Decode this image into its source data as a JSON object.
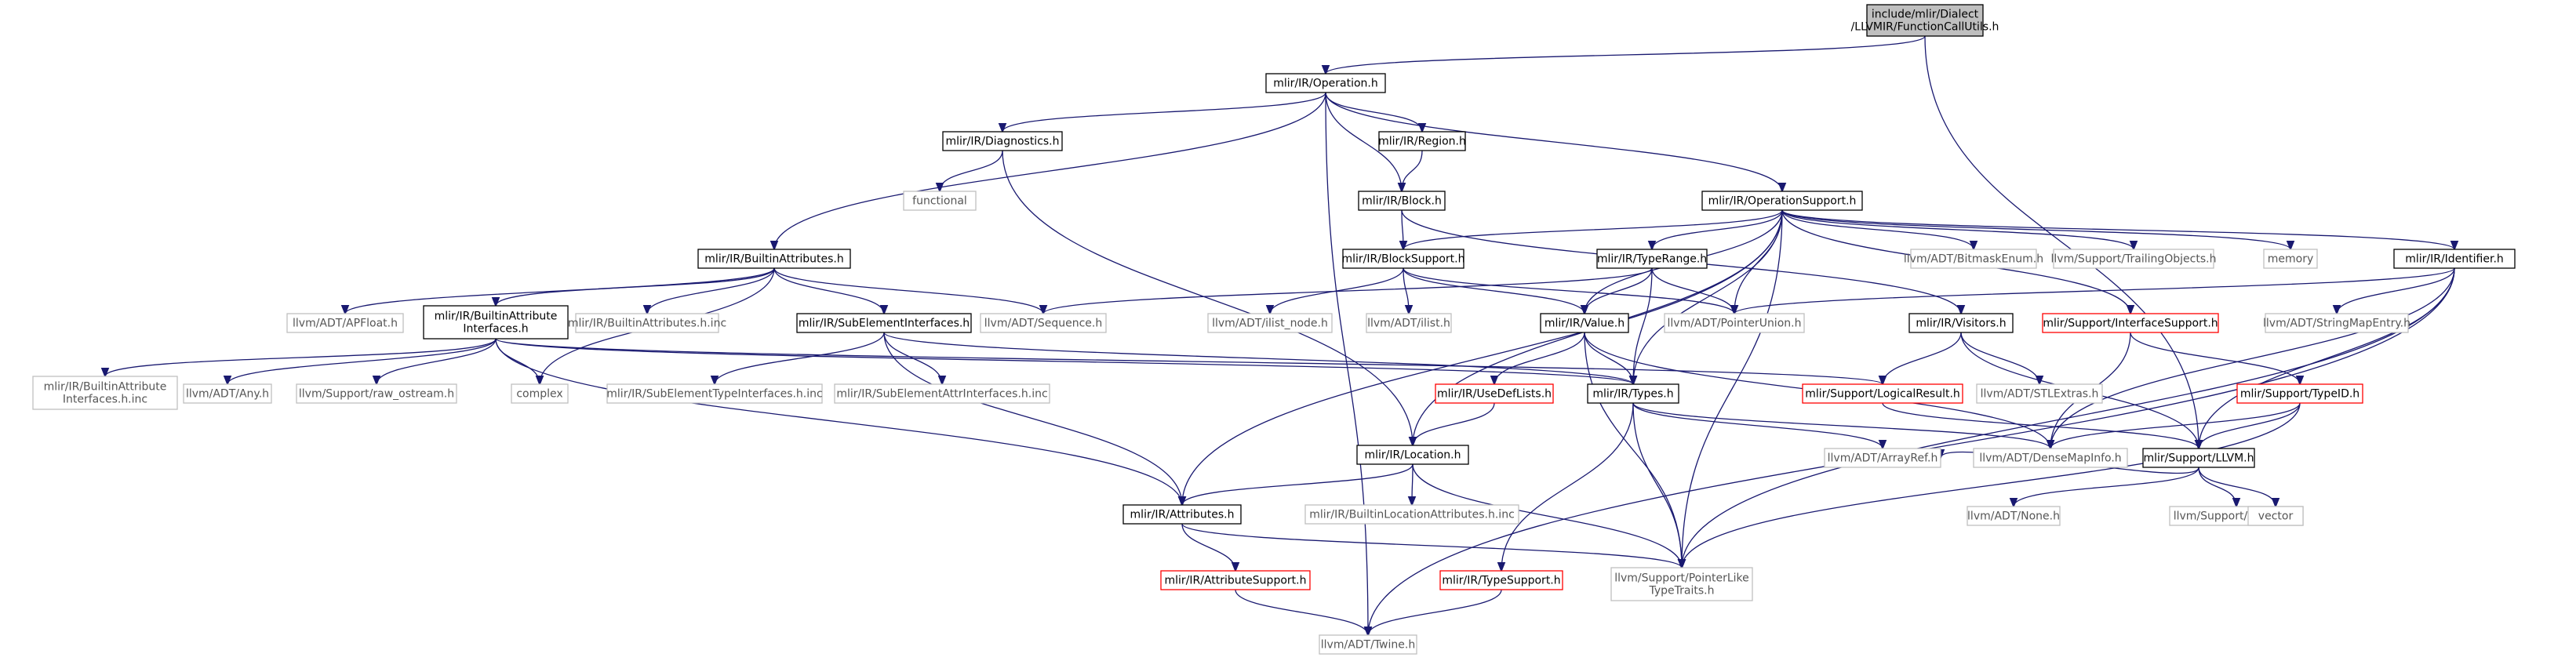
{
  "graph": {
    "root": "root",
    "colors": {
      "edge": "#191970",
      "root_fill": "#bfbfbf",
      "documented_stroke": "#000000",
      "external_stroke": "#bfbfbf",
      "incomplete_stroke": "#ff0000",
      "documented_text": "#000000",
      "external_text": "#555555"
    },
    "nodes": [
      {
        "id": "root",
        "lines": [
          "include/mlir/Dialect",
          "/LLVMIR/FunctionCallUtils.h"
        ],
        "kind": "root"
      },
      {
        "id": "operation",
        "lines": [
          "mlir/IR/Operation.h"
        ],
        "kind": "documented"
      },
      {
        "id": "diagnostics",
        "lines": [
          "mlir/IR/Diagnostics.h"
        ],
        "kind": "documented"
      },
      {
        "id": "region",
        "lines": [
          "mlir/IR/Region.h"
        ],
        "kind": "documented"
      },
      {
        "id": "functional",
        "lines": [
          "functional"
        ],
        "kind": "external"
      },
      {
        "id": "block",
        "lines": [
          "mlir/IR/Block.h"
        ],
        "kind": "documented"
      },
      {
        "id": "opsupport",
        "lines": [
          "mlir/IR/OperationSupport.h"
        ],
        "kind": "documented"
      },
      {
        "id": "builtinattrs",
        "lines": [
          "mlir/IR/BuiltinAttributes.h"
        ],
        "kind": "documented"
      },
      {
        "id": "blocksupport",
        "lines": [
          "mlir/IR/BlockSupport.h"
        ],
        "kind": "documented"
      },
      {
        "id": "typerange",
        "lines": [
          "mlir/IR/TypeRange.h"
        ],
        "kind": "documented"
      },
      {
        "id": "bitmask",
        "lines": [
          "llvm/ADT/BitmaskEnum.h"
        ],
        "kind": "external"
      },
      {
        "id": "trailing",
        "lines": [
          "llvm/Support/TrailingObjects.h"
        ],
        "kind": "external"
      },
      {
        "id": "memory",
        "lines": [
          "memory"
        ],
        "kind": "external"
      },
      {
        "id": "identifier",
        "lines": [
          "mlir/IR/Identifier.h"
        ],
        "kind": "documented"
      },
      {
        "id": "apfloat",
        "lines": [
          "llvm/ADT/APFloat.h"
        ],
        "kind": "external"
      },
      {
        "id": "builtinattrif",
        "lines": [
          "mlir/IR/BuiltinAttribute",
          "Interfaces.h"
        ],
        "kind": "documented"
      },
      {
        "id": "builtinattrsinc",
        "lines": [
          "mlir/IR/BuiltinAttributes.h.inc"
        ],
        "kind": "external"
      },
      {
        "id": "subelemif",
        "lines": [
          "mlir/IR/SubElementInterfaces.h"
        ],
        "kind": "documented"
      },
      {
        "id": "sequence",
        "lines": [
          "llvm/ADT/Sequence.h"
        ],
        "kind": "external"
      },
      {
        "id": "ilistnode",
        "lines": [
          "llvm/ADT/ilist_node.h"
        ],
        "kind": "external"
      },
      {
        "id": "ilist",
        "lines": [
          "llvm/ADT/ilist.h"
        ],
        "kind": "external"
      },
      {
        "id": "value",
        "lines": [
          "mlir/IR/Value.h"
        ],
        "kind": "documented"
      },
      {
        "id": "ptrunion",
        "lines": [
          "llvm/ADT/PointerUnion.h"
        ],
        "kind": "external"
      },
      {
        "id": "visitors",
        "lines": [
          "mlir/IR/Visitors.h"
        ],
        "kind": "documented"
      },
      {
        "id": "ifsupport",
        "lines": [
          "mlir/Support/InterfaceSupport.h"
        ],
        "kind": "incomplete"
      },
      {
        "id": "stringmapentry",
        "lines": [
          "llvm/ADT/StringMapEntry.h"
        ],
        "kind": "external"
      },
      {
        "id": "builtinattrifinc",
        "lines": [
          "mlir/IR/BuiltinAttribute",
          "Interfaces.h.inc"
        ],
        "kind": "external"
      },
      {
        "id": "any",
        "lines": [
          "llvm/ADT/Any.h"
        ],
        "kind": "external"
      },
      {
        "id": "rawostream",
        "lines": [
          "llvm/Support/raw_ostream.h"
        ],
        "kind": "external"
      },
      {
        "id": "complex",
        "lines": [
          "complex"
        ],
        "kind": "external"
      },
      {
        "id": "subelemtypeinc",
        "lines": [
          "mlir/IR/SubElementTypeInterfaces.h.inc"
        ],
        "kind": "external"
      },
      {
        "id": "subelemattrinc",
        "lines": [
          "mlir/IR/SubElementAttrInterfaces.h.inc"
        ],
        "kind": "external"
      },
      {
        "id": "usedeflists",
        "lines": [
          "mlir/IR/UseDefLists.h"
        ],
        "kind": "incomplete"
      },
      {
        "id": "types",
        "lines": [
          "mlir/IR/Types.h"
        ],
        "kind": "documented"
      },
      {
        "id": "logicalresult",
        "lines": [
          "mlir/Support/LogicalResult.h"
        ],
        "kind": "incomplete"
      },
      {
        "id": "stlextras",
        "lines": [
          "llvm/ADT/STLExtras.h"
        ],
        "kind": "external"
      },
      {
        "id": "typeid",
        "lines": [
          "mlir/Support/TypeID.h"
        ],
        "kind": "incomplete"
      },
      {
        "id": "location",
        "lines": [
          "mlir/IR/Location.h"
        ],
        "kind": "documented"
      },
      {
        "id": "arrayref",
        "lines": [
          "llvm/ADT/ArrayRef.h"
        ],
        "kind": "external"
      },
      {
        "id": "densemapinfo",
        "lines": [
          "llvm/ADT/DenseMapInfo.h"
        ],
        "kind": "external"
      },
      {
        "id": "llvmh",
        "lines": [
          "mlir/Support/LLVM.h"
        ],
        "kind": "documented"
      },
      {
        "id": "attributes",
        "lines": [
          "mlir/IR/Attributes.h"
        ],
        "kind": "documented"
      },
      {
        "id": "builtinlocinc",
        "lines": [
          "mlir/IR/BuiltinLocationAttributes.h.inc"
        ],
        "kind": "external"
      },
      {
        "id": "none",
        "lines": [
          "llvm/ADT/None.h"
        ],
        "kind": "external"
      },
      {
        "id": "casting",
        "lines": [
          "llvm/Support/Casting.h"
        ],
        "kind": "external"
      },
      {
        "id": "vector",
        "lines": [
          "vector"
        ],
        "kind": "external"
      },
      {
        "id": "attrsupport",
        "lines": [
          "mlir/IR/AttributeSupport.h"
        ],
        "kind": "incomplete"
      },
      {
        "id": "typesupport",
        "lines": [
          "mlir/IR/TypeSupport.h"
        ],
        "kind": "incomplete"
      },
      {
        "id": "ptrliketraits",
        "lines": [
          "llvm/Support/PointerLike",
          "TypeTraits.h"
        ],
        "kind": "external"
      },
      {
        "id": "twine",
        "lines": [
          "llvm/ADT/Twine.h"
        ],
        "kind": "external"
      }
    ],
    "edges": [
      [
        "root",
        "operation"
      ],
      [
        "root",
        "llvmh"
      ],
      [
        "operation",
        "diagnostics"
      ],
      [
        "operation",
        "region"
      ],
      [
        "operation",
        "block"
      ],
      [
        "operation",
        "opsupport"
      ],
      [
        "operation",
        "builtinattrs"
      ],
      [
        "operation",
        "twine"
      ],
      [
        "diagnostics",
        "functional"
      ],
      [
        "diagnostics",
        "location"
      ],
      [
        "region",
        "block"
      ],
      [
        "block",
        "blocksupport"
      ],
      [
        "block",
        "visitors"
      ],
      [
        "opsupport",
        "blocksupport"
      ],
      [
        "opsupport",
        "typerange"
      ],
      [
        "opsupport",
        "value"
      ],
      [
        "opsupport",
        "bitmask"
      ],
      [
        "opsupport",
        "trailing"
      ],
      [
        "opsupport",
        "memory"
      ],
      [
        "opsupport",
        "identifier"
      ],
      [
        "opsupport",
        "ifsupport"
      ],
      [
        "opsupport",
        "ptrunion"
      ],
      [
        "opsupport",
        "types"
      ],
      [
        "opsupport",
        "location"
      ],
      [
        "opsupport",
        "attributes"
      ],
      [
        "opsupport",
        "ptrliketraits"
      ],
      [
        "builtinattrs",
        "apfloat"
      ],
      [
        "builtinattrs",
        "builtinattrif"
      ],
      [
        "builtinattrs",
        "builtinattrsinc"
      ],
      [
        "builtinattrs",
        "subelemif"
      ],
      [
        "builtinattrs",
        "sequence"
      ],
      [
        "builtinattrs",
        "complex"
      ],
      [
        "blocksupport",
        "value"
      ],
      [
        "blocksupport",
        "ptrunion"
      ],
      [
        "blocksupport",
        "ilistnode"
      ],
      [
        "blocksupport",
        "ilist"
      ],
      [
        "typerange",
        "sequence"
      ],
      [
        "typerange",
        "value"
      ],
      [
        "typerange",
        "ptrunion"
      ],
      [
        "typerange",
        "types"
      ],
      [
        "identifier",
        "ptrunion"
      ],
      [
        "identifier",
        "stringmapentry"
      ],
      [
        "identifier",
        "llvmh"
      ],
      [
        "identifier",
        "densemapinfo"
      ],
      [
        "identifier",
        "ptrliketraits"
      ],
      [
        "identifier",
        "twine"
      ],
      [
        "builtinattrif",
        "builtinattrifinc"
      ],
      [
        "builtinattrif",
        "any"
      ],
      [
        "builtinattrif",
        "rawostream"
      ],
      [
        "builtinattrif",
        "complex"
      ],
      [
        "builtinattrif",
        "types"
      ],
      [
        "builtinattrif",
        "attributes"
      ],
      [
        "builtinattrif",
        "logicalresult"
      ],
      [
        "subelemif",
        "subelemtypeinc"
      ],
      [
        "subelemif",
        "subelemattrinc"
      ],
      [
        "subelemif",
        "attributes"
      ],
      [
        "subelemif",
        "types"
      ],
      [
        "value",
        "usedeflists"
      ],
      [
        "value",
        "types"
      ],
      [
        "value",
        "ptrliketraits"
      ],
      [
        "value",
        "densemapinfo"
      ],
      [
        "visitors",
        "logicalresult"
      ],
      [
        "visitors",
        "stlextras"
      ],
      [
        "visitors",
        "llvmh"
      ],
      [
        "ifsupport",
        "typeid"
      ],
      [
        "ifsupport",
        "densemapinfo"
      ],
      [
        "usedeflists",
        "location"
      ],
      [
        "types",
        "typesupport"
      ],
      [
        "types",
        "arrayref"
      ],
      [
        "types",
        "densemapinfo"
      ],
      [
        "types",
        "ptrliketraits"
      ],
      [
        "logicalresult",
        "llvmh"
      ],
      [
        "typeid",
        "llvmh"
      ],
      [
        "typeid",
        "densemapinfo"
      ],
      [
        "typeid",
        "ptrliketraits"
      ],
      [
        "location",
        "attributes"
      ],
      [
        "location",
        "builtinlocinc"
      ],
      [
        "location",
        "ptrliketraits"
      ],
      [
        "llvmh",
        "none"
      ],
      [
        "llvmh",
        "casting"
      ],
      [
        "llvmh",
        "vector"
      ],
      [
        "llvmh",
        "arrayref"
      ],
      [
        "attributes",
        "attrsupport"
      ],
      [
        "attributes",
        "ptrliketraits"
      ],
      [
        "attrsupport",
        "twine"
      ],
      [
        "typesupport",
        "twine"
      ]
    ]
  }
}
